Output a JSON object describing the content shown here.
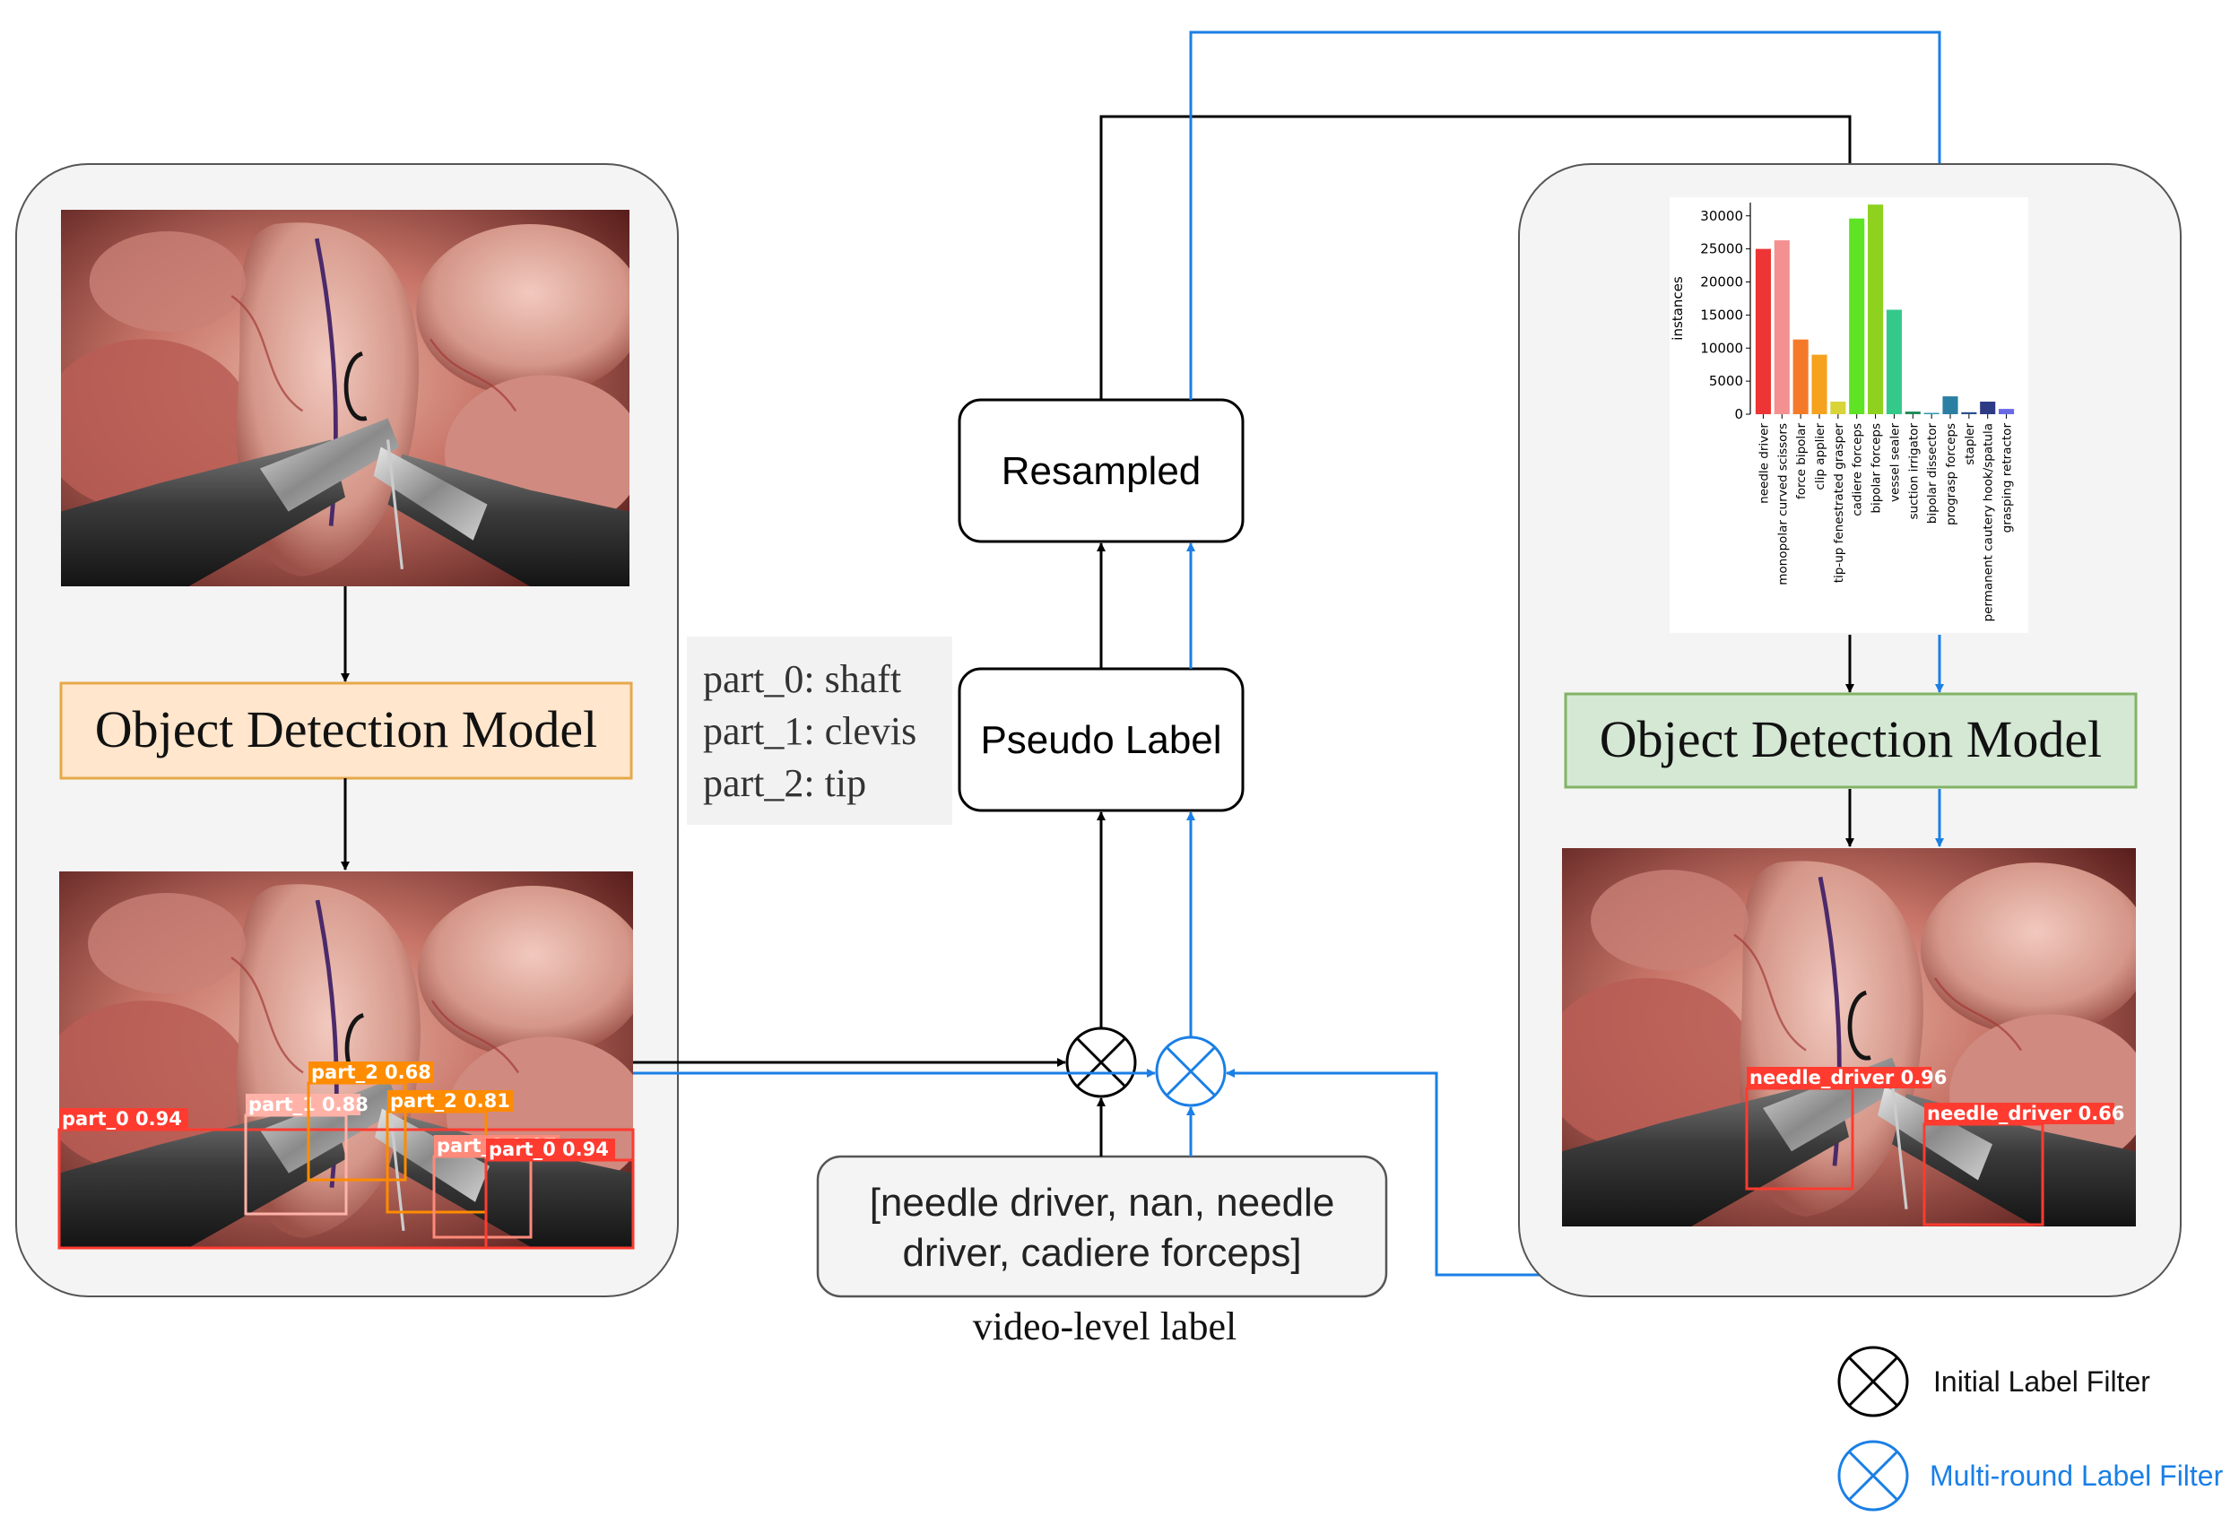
{
  "colors": {
    "black_flow": "#000000",
    "blue_flow": "#1a7fe6",
    "panel_bg": "#f4f4f4",
    "panel_border": "#555555",
    "model_left_fill": "#ffe6cc",
    "model_left_border": "#e6a94a",
    "model_right_fill": "#d5e8d4",
    "model_right_border": "#82b366",
    "box_red": "#ff3b30",
    "box_salmon": "#ff8a7a",
    "box_orange": "#ff8c00",
    "box_pink": "#ffb3a8"
  },
  "left_panel": {
    "model_label": "Object Detection Model",
    "detections": [
      {
        "label": "part_0 0.94",
        "color": "box_red"
      },
      {
        "label": "part_1 0.88",
        "color": "box_pink"
      },
      {
        "label": "part_2 0.68",
        "color": "box_orange"
      },
      {
        "label": "part_2 0.81",
        "color": "box_orange"
      },
      {
        "label": "part_1 0.97",
        "color": "box_salmon"
      },
      {
        "label": "part_0 0.94",
        "color": "box_red"
      }
    ]
  },
  "parts_legend": {
    "lines": [
      "part_0: shaft",
      "part_1: clevis",
      "part_2: tip"
    ]
  },
  "center": {
    "resampled_label": "Resampled",
    "pseudo_label_label": "Pseudo Label",
    "video_label_line1": "[needle driver, nan, needle",
    "video_label_line2": "driver, cadiere forceps]",
    "video_label_caption": "video-level label"
  },
  "right_panel": {
    "model_label": "Object Detection Model",
    "detections": [
      {
        "label": "needle_driver 0.96",
        "color": "box_red"
      },
      {
        "label": "needle_driver 0.66",
        "color": "box_red"
      }
    ]
  },
  "legend": {
    "initial_filter": "Initial Label Filter",
    "multi_round_filter": "Multi-round Label Filter"
  },
  "chart_data": {
    "type": "bar",
    "ylabel": "instances",
    "xlabel": "",
    "ylim": [
      0,
      32000
    ],
    "yticks": [
      0,
      5000,
      10000,
      15000,
      20000,
      25000,
      30000
    ],
    "ytick_labels": [
      "0",
      "5000",
      "10000",
      "15000",
      "20000",
      "25000",
      "30000"
    ],
    "categories": [
      "needle driver",
      "monopolar curved scissors",
      "force bipolar",
      "clip applier",
      "tip-up fenestrated grasper",
      "cadiere forceps",
      "bipolar forceps",
      "vessel sealer",
      "suction irrigator",
      "bipolar dissector",
      "prograsp forceps",
      "stapler",
      "permanent cautery hook/spatula",
      "grasping retractor"
    ],
    "values": [
      25000,
      26300,
      11300,
      9000,
      1900,
      29600,
      31700,
      15800,
      400,
      200,
      2700,
      300,
      1900,
      800
    ],
    "bar_colors": [
      "#ee3535",
      "#f49090",
      "#f47a2a",
      "#f6a21f",
      "#d8d43a",
      "#5ee325",
      "#8ed11f",
      "#34c98a",
      "#1f8c5a",
      "#2a9ab0",
      "#2b7fa3",
      "#2a4d8f",
      "#2e3a85",
      "#6a6ae8"
    ]
  }
}
